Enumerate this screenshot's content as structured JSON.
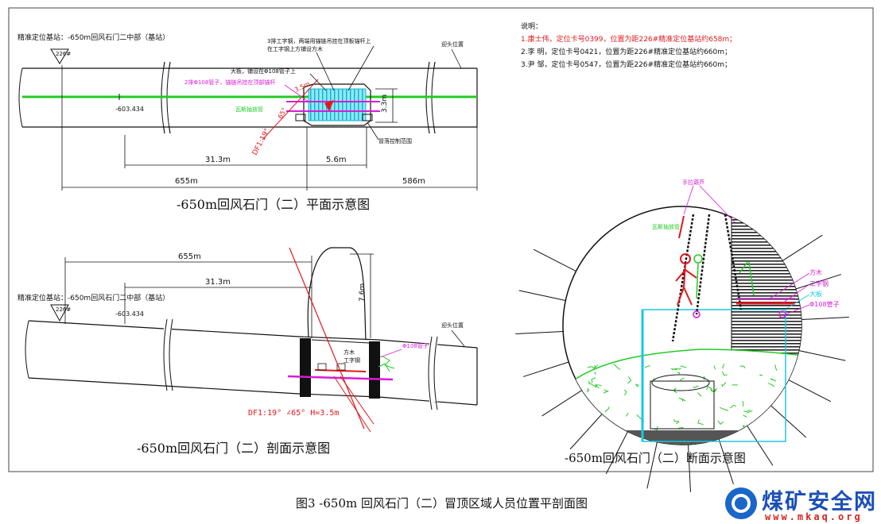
{
  "plan": {
    "base_label": "精准定位基站：-650m回风石门二中部（基站）",
    "base_code": "226#",
    "note_beam": "3排工字钢，两端用锚链吊挂在顶板锚杆上",
    "note_wood": "在工字钢上方铺设方木",
    "note_big_board": "大板，铺设在Φ108管子上",
    "note_pipe": "2排Φ108管子，锚链吊挂在顶部锚杆",
    "note_gas": "瓦斯抽放管",
    "note_pos": "迎头位置",
    "note_range": "冒落控制范围",
    "elev": "-603.434",
    "dim_fault": "DF1:19°",
    "dim_angle": "65°",
    "dim_h": "3.5m",
    "dim_height": "3.3m",
    "dim_313": "31.3m",
    "dim_56": "5.6m",
    "dim_655": "655m",
    "dim_586": "586m",
    "title": "-650m回风石门（二）平面示意图"
  },
  "section": {
    "base_label": "精准定位基站：-650m回风石门二中部（基站）",
    "base_code": "226#",
    "elev": "-603.434",
    "dim_655": "655m",
    "dim_313": "31.3m",
    "dim_76": "7.6m",
    "note_wood": "方木",
    "note_beam": "工字钢",
    "note_pipe": "Φ108管子",
    "note_pos": "迎头位置",
    "fault": "DF1:19°  ∠65° H=3.5m",
    "title": "-650m回风石门（二）剖面示意图"
  },
  "cross": {
    "note_header": "说明：",
    "persons": [
      "1.康士伟，定位卡号0399，位置为距226#精准定位基站约658m；",
      "2.李  明，定位卡号0421，位置为距226#精准定位基站约660m；",
      "3.尹  邹，定位卡号0547，位置为距226#精准定位基站约660m；"
    ],
    "label_hoist": "手拉葫芦",
    "label_gas": "瓦斯抽放管",
    "label_wood": "方木",
    "label_beam": "工字钢",
    "label_board": "大板",
    "label_pipe": "Φ108管子",
    "title": "-650m回风石门（二）断面示意图"
  },
  "caption": "图3  -650m 回风石门（二）冒顶区域人员位置平剖面图",
  "logo": {
    "name": "煤矿安全网",
    "url": "www.mkaq.org"
  },
  "colors": {
    "ink": "#111111",
    "green": "#22cc22",
    "magenta": "#d81bd8",
    "red": "#e0191e",
    "cyan": "#18c8e0",
    "blue": "#1a4fb8"
  }
}
